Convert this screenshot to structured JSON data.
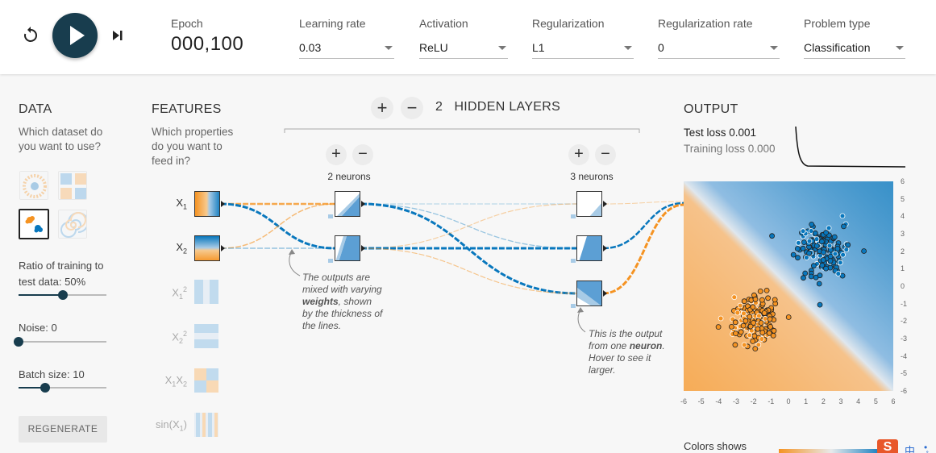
{
  "toolbar": {
    "epoch_label": "Epoch",
    "epoch_value": "000,100",
    "learning_rate": {
      "label": "Learning rate",
      "value": "0.03"
    },
    "activation": {
      "label": "Activation",
      "value": "ReLU"
    },
    "regularization": {
      "label": "Regularization",
      "value": "L1"
    },
    "regularization_rate": {
      "label": "Regularization rate",
      "value": "0"
    },
    "problem_type": {
      "label": "Problem type",
      "value": "Classification"
    }
  },
  "data_panel": {
    "title": "DATA",
    "question": "Which dataset do you want to use?",
    "ratio_label": "Ratio of training to test data:",
    "ratio_value": "50%",
    "ratio_fraction": 0.5,
    "noise_label": "Noise:",
    "noise_value": "0",
    "noise_fraction": 0.0,
    "batch_label": "Batch size:",
    "batch_value": "10",
    "batch_fraction": 0.3,
    "regenerate_label": "REGENERATE"
  },
  "features_panel": {
    "title": "FEATURES",
    "question": "Which properties do you want to feed in?",
    "features": [
      {
        "base": "X",
        "sub": "1",
        "sup": "",
        "active": true
      },
      {
        "base": "X",
        "sub": "2",
        "sup": "",
        "active": true
      },
      {
        "base": "X",
        "sub": "1",
        "sup": "2",
        "active": false
      },
      {
        "base": "X",
        "sub": "2",
        "sup": "2",
        "active": false
      },
      {
        "base": "X",
        "sub": "1",
        "mid": "X",
        "sub2": "2",
        "active": false
      },
      {
        "base": "sin(X",
        "sub": "1",
        "tail": ")",
        "active": false
      }
    ]
  },
  "network": {
    "hidden_layers_count": "2",
    "hidden_layers_label": "HIDDEN LAYERS",
    "plus": "+",
    "minus": "−",
    "layer1_neurons": "2 neurons",
    "layer2_neurons": "3 neurons",
    "annotation_weights_pre": "The outputs are mixed with varying ",
    "annotation_weights_bold": "weights",
    "annotation_weights_post": ", shown by the thickness of the lines.",
    "annotation_neuron_pre": "This is the output from one ",
    "annotation_neuron_bold": "neuron",
    "annotation_neuron_post": ". Hover to see it larger."
  },
  "output_panel": {
    "title": "OUTPUT",
    "test_loss": "Test loss 0.001",
    "training_loss": "Training loss 0.000",
    "colors_shows": "Colors shows",
    "y_ticks": [
      "6",
      "5",
      "4",
      "3",
      "2",
      "1",
      "0",
      "-1",
      "-2",
      "-3",
      "-4",
      "-5",
      "-6"
    ],
    "x_ticks": [
      "-6",
      "-5",
      "-4",
      "-3",
      "-2",
      "-1",
      "0",
      "1",
      "2",
      "3",
      "4",
      "5",
      "6"
    ]
  },
  "colors": {
    "orange": "#f59322",
    "blue": "#0877bd",
    "dark": "#183d4e"
  },
  "chart_data": {
    "type": "scatter",
    "xlim": [
      -6,
      6
    ],
    "ylim": [
      -6,
      6
    ],
    "grid": false,
    "series": [
      {
        "cluster_center": [
          2,
          2
        ],
        "spread": 0.7
      },
      {
        "cluster_center": [
          -2,
          -2
        ],
        "spread": 0.7
      }
    ]
  },
  "corner_badge": {
    "logo": "S",
    "text": "中",
    "dots": "•̥"
  }
}
